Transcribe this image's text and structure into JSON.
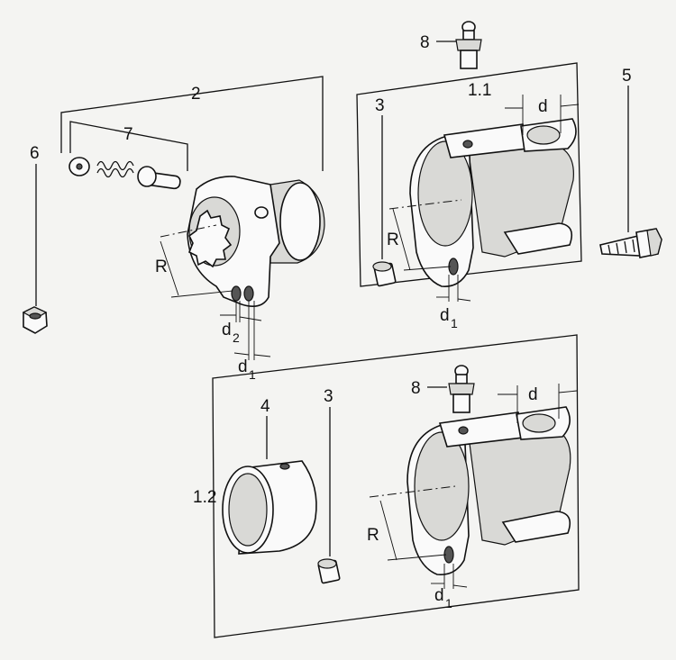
{
  "callouts": {
    "c2": "2",
    "c7": "7",
    "c6": "6",
    "c3a": "3",
    "c11": "1.1",
    "c5": "5",
    "c8a": "8",
    "c8b": "8",
    "c3b": "3",
    "c4": "4",
    "c12": "1.2"
  },
  "dims": {
    "R_a": "R",
    "d2_main": "d",
    "d2_sub": "2",
    "d1a_main": "d",
    "d1a_sub": "1",
    "d_top": "d",
    "R_b": "R",
    "d1b_main": "d",
    "d1b_sub": "1",
    "d_bottom": "d",
    "R_c": "R",
    "d1c_main": "d",
    "d1c_sub": "1"
  }
}
